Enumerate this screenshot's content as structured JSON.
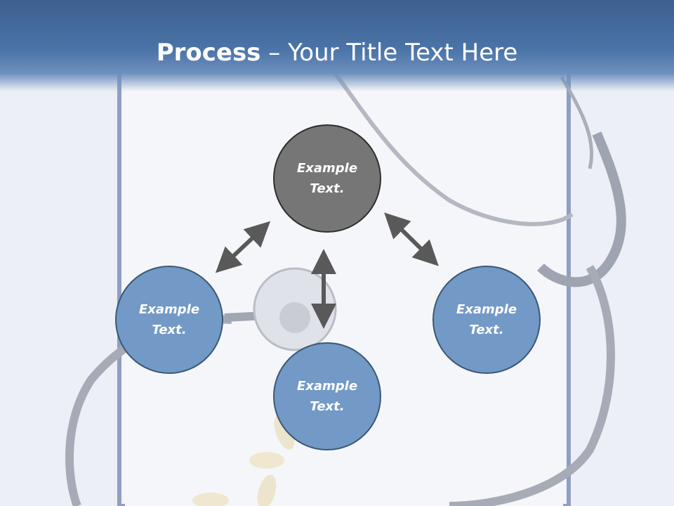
{
  "title": {
    "bold": "Process",
    "rest": " – Your Title Text Here"
  },
  "nodes": {
    "top": "Example Text.",
    "left": "Example Text.",
    "bottom": "Example Text.",
    "right": "Example Text."
  },
  "colors": {
    "header": "#4b74a8",
    "circle_top": "#767676",
    "circle_blue": "#7399c6",
    "arrow": "#595959"
  }
}
